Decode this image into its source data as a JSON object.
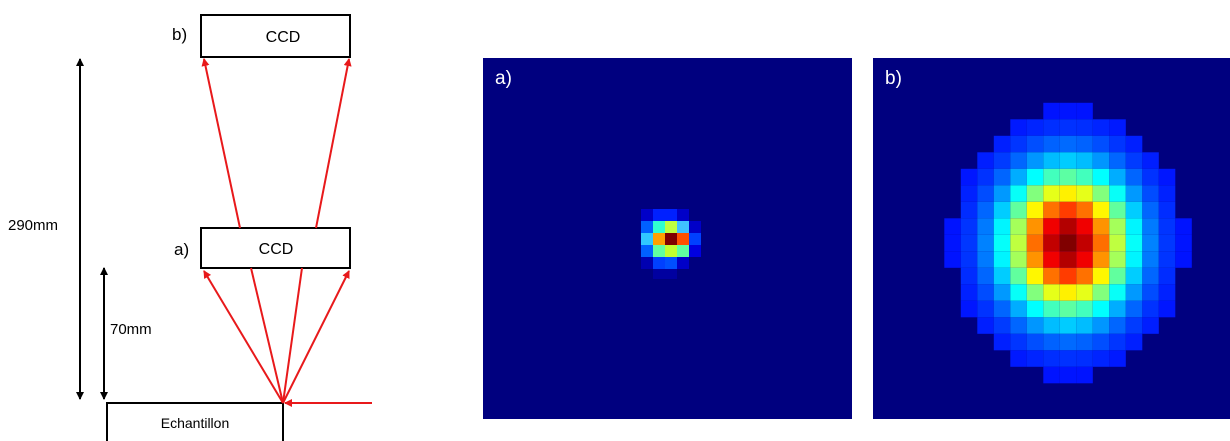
{
  "diagram": {
    "ccd_b_label": "b)",
    "ccd_b_text": "CCD",
    "ccd_a_label": "a)",
    "ccd_a_text": "CCD",
    "sample_text": "Echantillon",
    "dist_total": "290mm",
    "dist_short": "70mm",
    "colors": {
      "arrow": "#e8191b",
      "line": "#000000"
    }
  },
  "panels": [
    {
      "label": "a)",
      "background": "#00007f",
      "colormap": "jet"
    },
    {
      "label": "b)",
      "background": "#00007f",
      "colormap": "jet"
    }
  ]
}
